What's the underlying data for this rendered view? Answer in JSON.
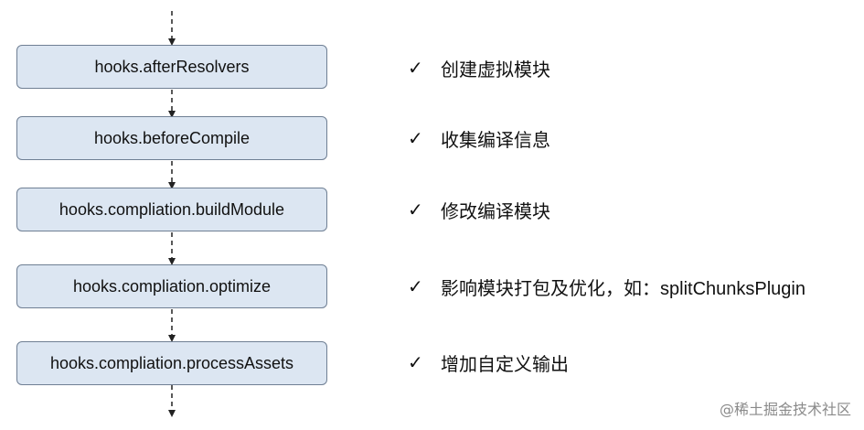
{
  "hooks": [
    "hooks.afterResolvers",
    "hooks.beforeCompile",
    "hooks.compliation.buildModule",
    "hooks.compliation.optimize",
    "hooks.compliation.processAssets"
  ],
  "notes": [
    "创建虚拟模块",
    "收集编译信息",
    "修改编译模块",
    "影响模块打包及优化，如：splitChunksPlugin",
    "增加自定义输出"
  ],
  "check_mark": "✓",
  "watermark": "@稀土掘金技术社区",
  "colors": {
    "box_fill": "#dce6f2",
    "box_border": "#6f7f94",
    "arrow": "#222222"
  }
}
